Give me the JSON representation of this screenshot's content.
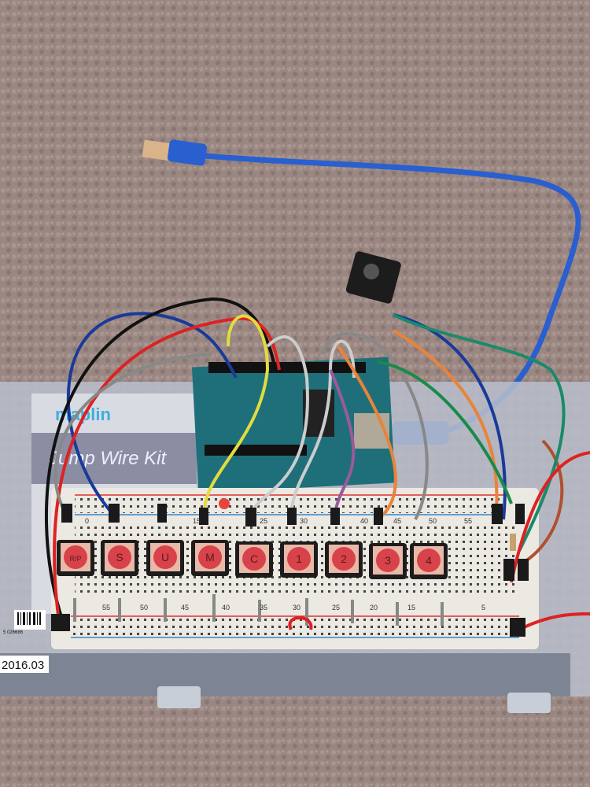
{
  "scene": {
    "description_colors": {
      "carpet": "#9a8782",
      "breadboard": "#ece8e2",
      "button_red": "#d8424a",
      "usb_cable": "#2a5fd0",
      "arduino": "#1f6f7a"
    }
  },
  "box_label": {
    "brand": "maplin",
    "title": "Jump Wire Kit",
    "barcode": "5 026686",
    "date_label": "2016.03"
  },
  "buttons": [
    {
      "label": "R/P"
    },
    {
      "label": "S"
    },
    {
      "label": "U"
    },
    {
      "label": "M"
    },
    {
      "label": "C"
    },
    {
      "label": "1"
    },
    {
      "label": "2"
    },
    {
      "label": "3"
    },
    {
      "label": "4"
    }
  ],
  "breadboard": {
    "top_numbers": [
      "0",
      "15",
      "25",
      "30",
      "40",
      "45",
      "50",
      "55"
    ],
    "bottom_numbers": [
      "55",
      "50",
      "45",
      "40",
      "35",
      "30",
      "25",
      "20",
      "15",
      "5"
    ]
  }
}
